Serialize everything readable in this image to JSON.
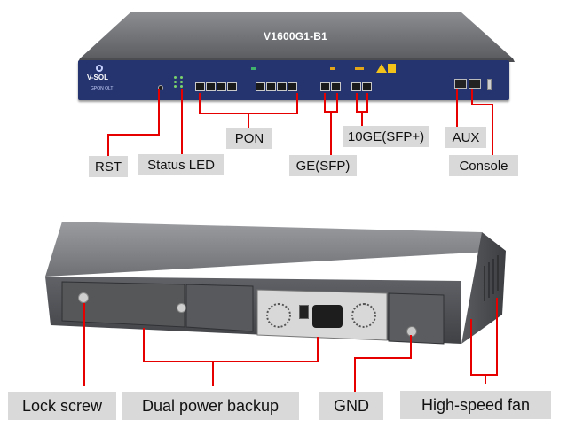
{
  "device": {
    "model": "V1600G1-B1",
    "brand": "V-SOL",
    "sub_brand": "GPON OLT"
  },
  "front_labels": {
    "rst": "RST",
    "status_led": "Status LED",
    "pon": "PON",
    "ge_sfp": "GE(SFP)",
    "tenge_sfp": "10GE(SFP+)",
    "aux": "AUX",
    "console": "Console"
  },
  "rear_labels": {
    "lock_screw": "Lock screw",
    "dual_power": "Dual power backup",
    "gnd": "GND",
    "fan": "High-speed fan"
  },
  "colors": {
    "front_panel": "#25346e",
    "chassis": "#6d6f73",
    "callout_line": "#e60000",
    "label_bg": "#d9d9d9"
  }
}
